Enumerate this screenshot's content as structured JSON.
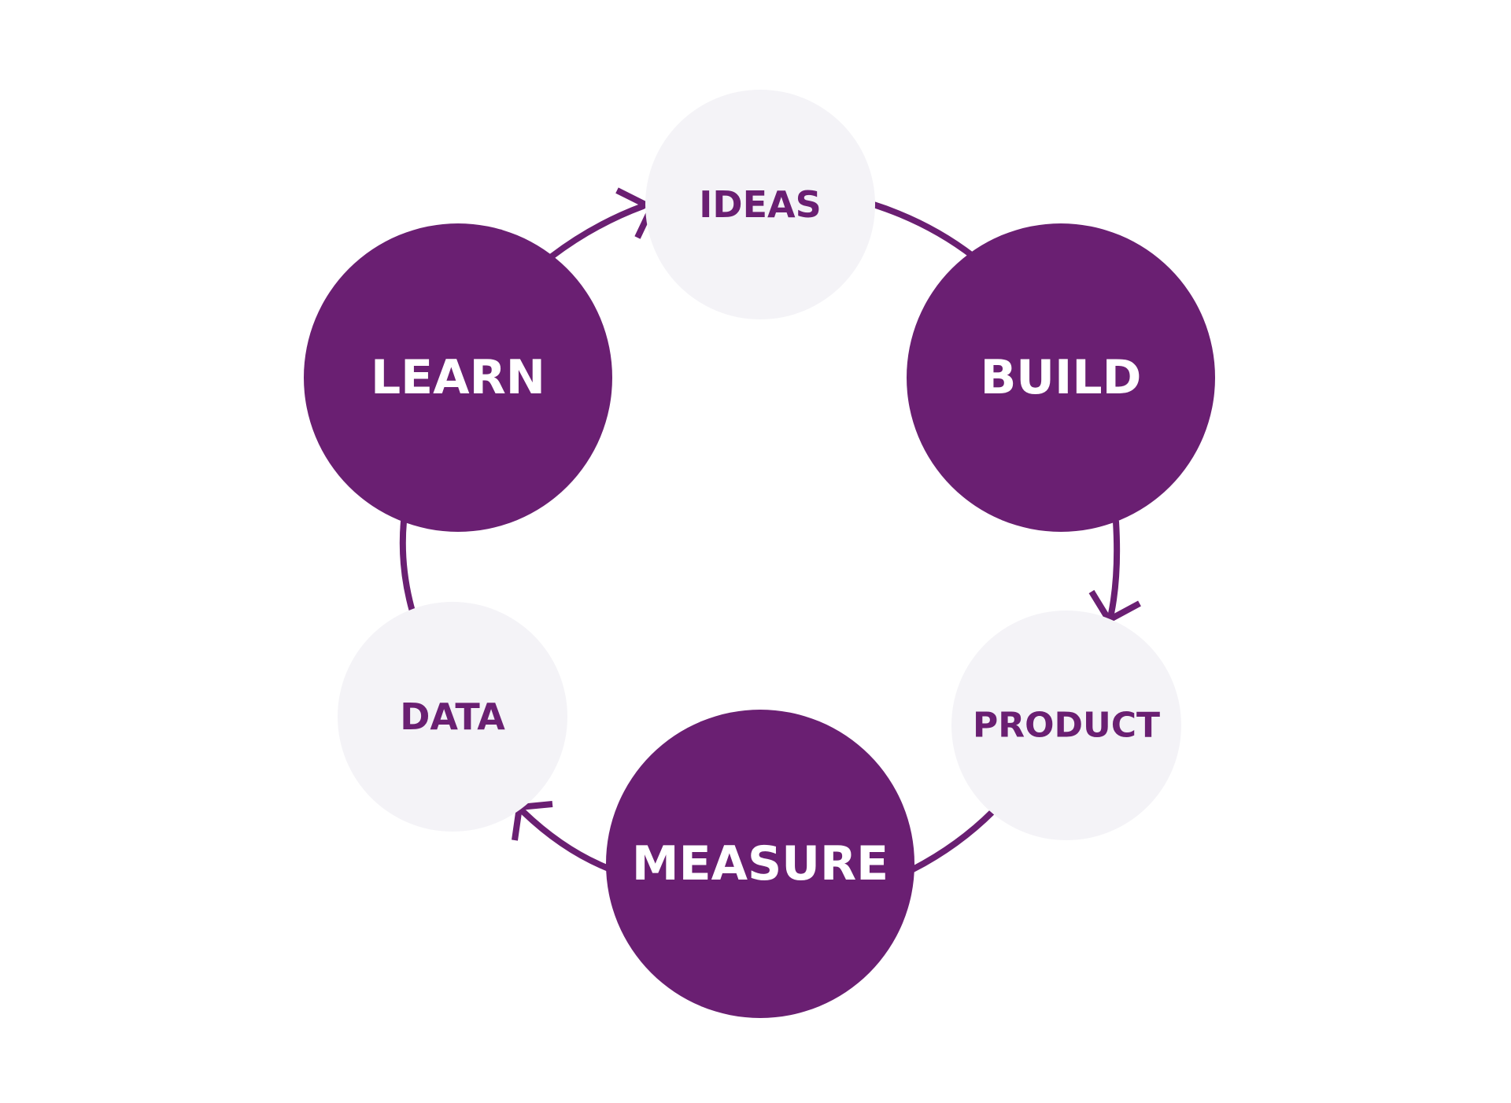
{
  "diagram": {
    "nodes": {
      "ideas": {
        "label": "IDEAS"
      },
      "build": {
        "label": "BUILD"
      },
      "product": {
        "label": "PRODUCT"
      },
      "measure": {
        "label": "MEASURE"
      },
      "data": {
        "label": "DATA"
      },
      "learn": {
        "label": "LEARN"
      }
    },
    "colors": {
      "primary": "#6a1f72",
      "secondary_fill": "#f4f3f7",
      "primary_text": "#ffffff",
      "secondary_text": "#6a1f72",
      "connector": "#6a1f72"
    }
  }
}
